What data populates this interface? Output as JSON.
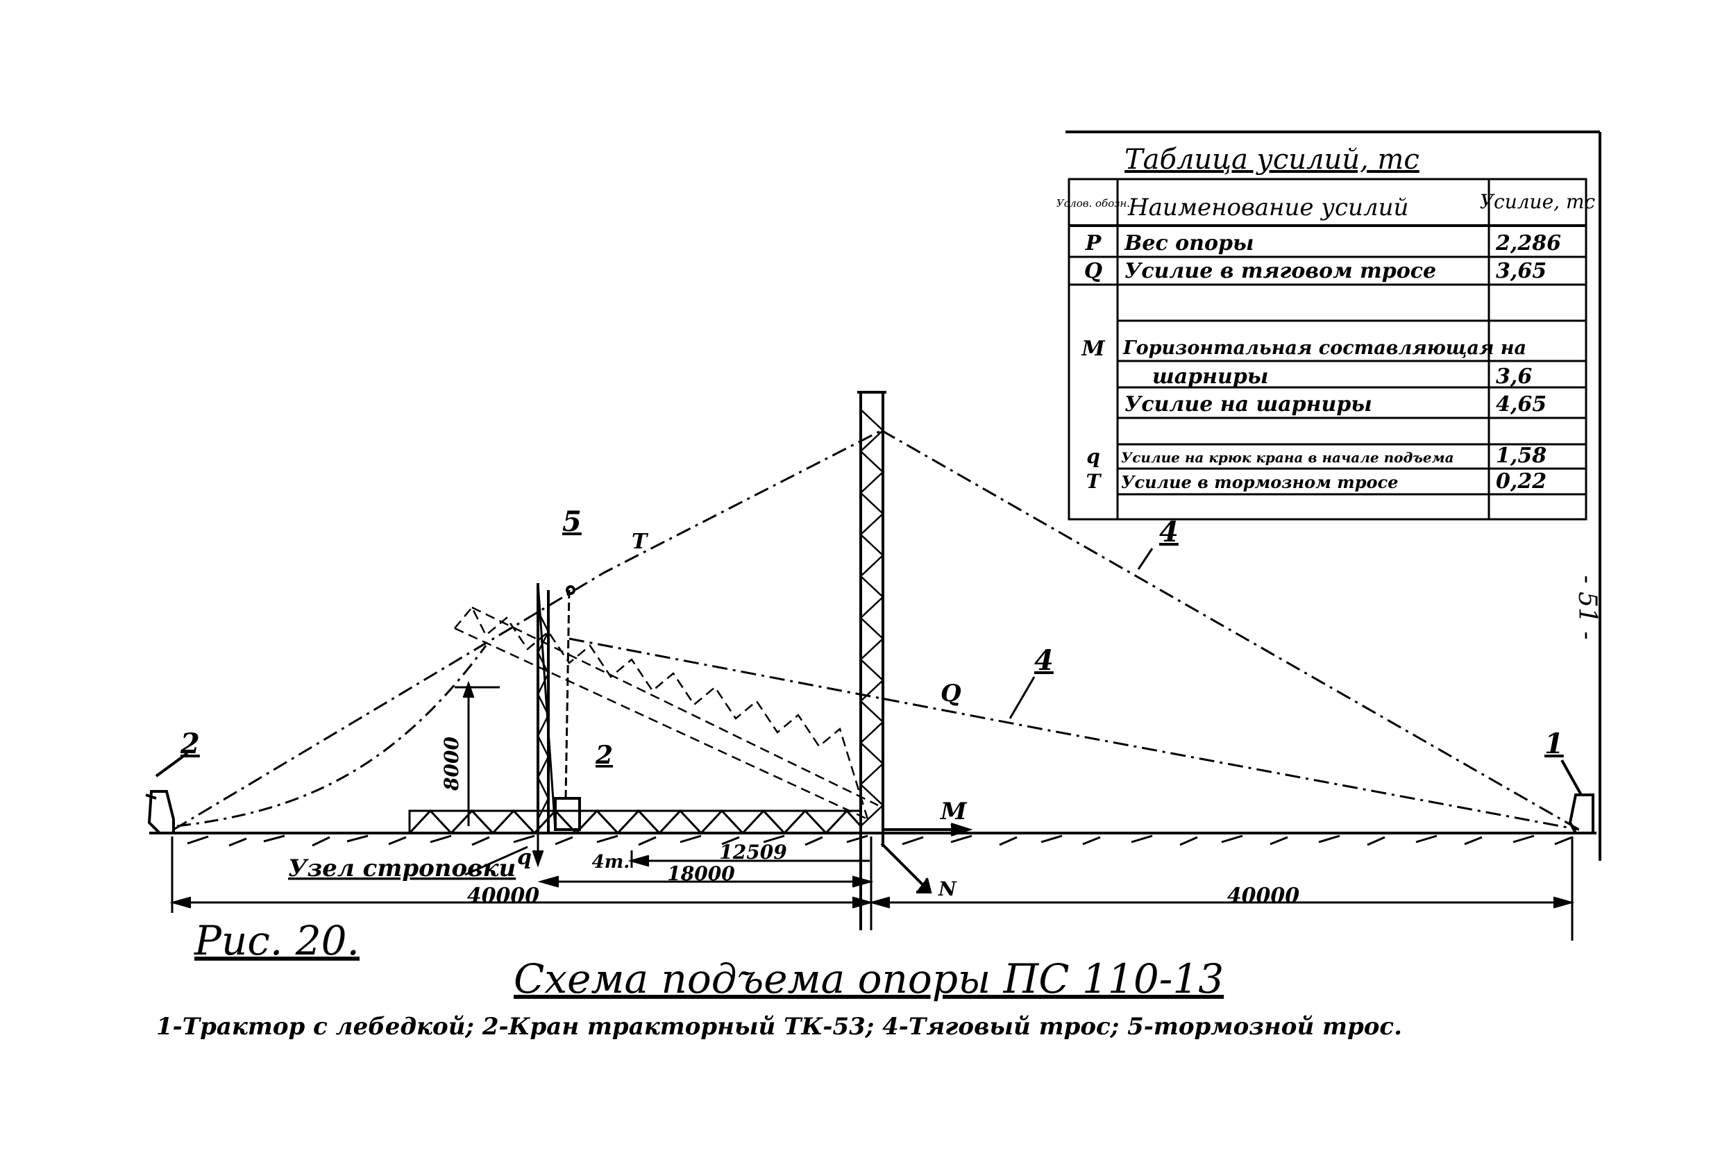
{
  "page_number": "- 51 -",
  "table": {
    "title": "Таблица усилий, тс",
    "header": {
      "symbol": "Услов. обозн.",
      "name": "Наименование усилий",
      "value": "Усилие, тс"
    },
    "rows": [
      {
        "symbol": "P",
        "name": "Вес опоры",
        "value": "2,286"
      },
      {
        "symbol": "Q",
        "name": "Усилие в тяговом тросе",
        "value": "3,65"
      },
      {
        "symbol": "",
        "name": "",
        "value": ""
      },
      {
        "symbol": "M",
        "name": "Горизонтальная составляющая на",
        "value": ""
      },
      {
        "symbol": "",
        "name": "шарниры",
        "value": "3,6"
      },
      {
        "symbol": "",
        "name": "Усилие на шарниры",
        "value": "4,65"
      },
      {
        "symbol": "",
        "name": "",
        "value": ""
      },
      {
        "symbol": "q",
        "name": "Усилие на крюк крана в начале подъема",
        "value": "1,58"
      },
      {
        "symbol": "T",
        "name": "Усилие в тормозном тросе",
        "value": "0,22"
      },
      {
        "symbol": "",
        "name": "",
        "value": ""
      }
    ]
  },
  "labels": {
    "rope5": "5",
    "rope4_top": "4",
    "rope4_mid": "4",
    "crane_left": "2",
    "crane_mid": "2",
    "tractor": "1",
    "force_T": "T",
    "force_Q": "Q",
    "force_M": "M",
    "force_N": "N",
    "force_q": "q",
    "height": "8000",
    "sling_node": "Узел строповки",
    "dim_left_total": "40000",
    "dim_right_total": "40000",
    "dim_18000": "18000",
    "dim_12509": "12509",
    "dim_4t": "4т."
  },
  "figure": {
    "number": "Рис. 20.",
    "title": "Схема подъема опоры ПС 110-13",
    "legend": "1-Трактор с лебедкой; 2-Кран тракторный ТК-53; 4-Тяговый трос; 5-тормозной трос."
  }
}
